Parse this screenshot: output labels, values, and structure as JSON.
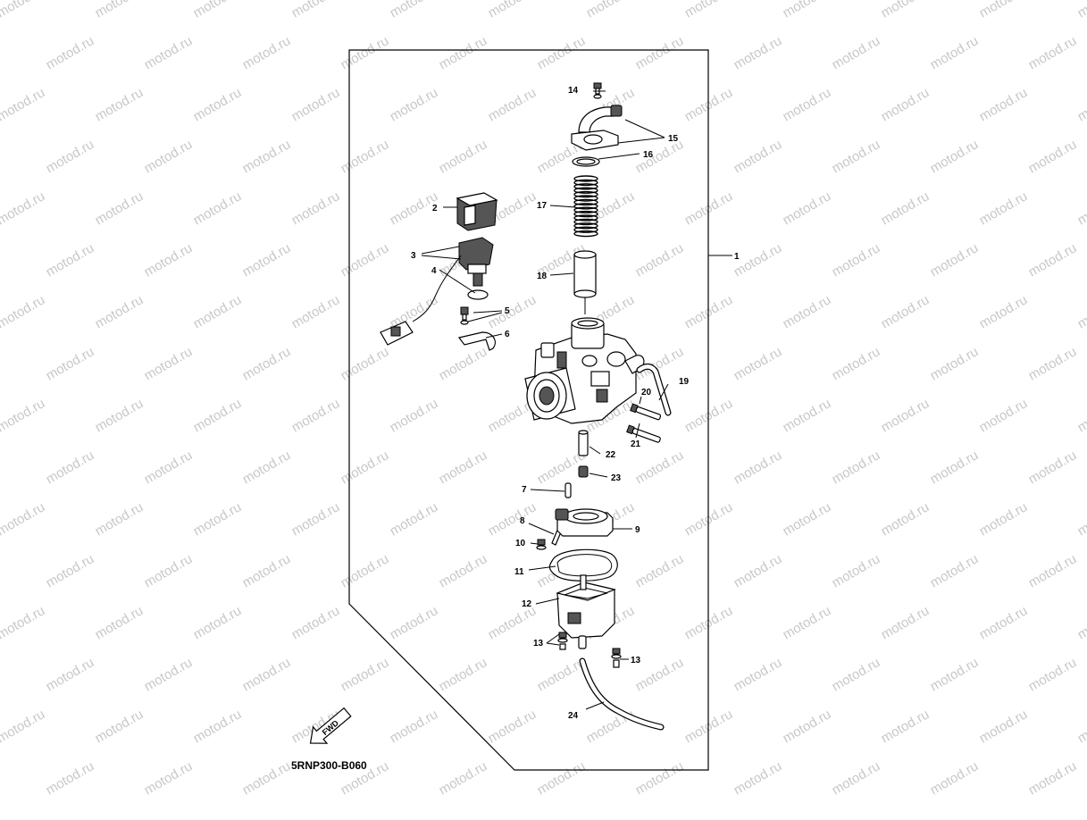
{
  "diagram": {
    "code": "5RNP300-B060",
    "fwd_label": "FWD",
    "watermark_text": "motod.ru",
    "callouts": [
      {
        "id": "1",
        "label": "1"
      },
      {
        "id": "2",
        "label": "2"
      },
      {
        "id": "3",
        "label": "3"
      },
      {
        "id": "4",
        "label": "4"
      },
      {
        "id": "5",
        "label": "5"
      },
      {
        "id": "6",
        "label": "6"
      },
      {
        "id": "7",
        "label": "7"
      },
      {
        "id": "8",
        "label": "8"
      },
      {
        "id": "9",
        "label": "9"
      },
      {
        "id": "10",
        "label": "10"
      },
      {
        "id": "11",
        "label": "11"
      },
      {
        "id": "12",
        "label": "12"
      },
      {
        "id": "13a",
        "label": "13"
      },
      {
        "id": "13b",
        "label": "13"
      },
      {
        "id": "14",
        "label": "14"
      },
      {
        "id": "15",
        "label": "15"
      },
      {
        "id": "16",
        "label": "16"
      },
      {
        "id": "17",
        "label": "17"
      },
      {
        "id": "18",
        "label": "18"
      },
      {
        "id": "19",
        "label": "19"
      },
      {
        "id": "20",
        "label": "20"
      },
      {
        "id": "21",
        "label": "21"
      },
      {
        "id": "22",
        "label": "22"
      },
      {
        "id": "23",
        "label": "23"
      },
      {
        "id": "24",
        "label": "24"
      }
    ],
    "colors": {
      "line": "#000000",
      "watermark": "#c8c8c8",
      "background": "#ffffff"
    }
  }
}
